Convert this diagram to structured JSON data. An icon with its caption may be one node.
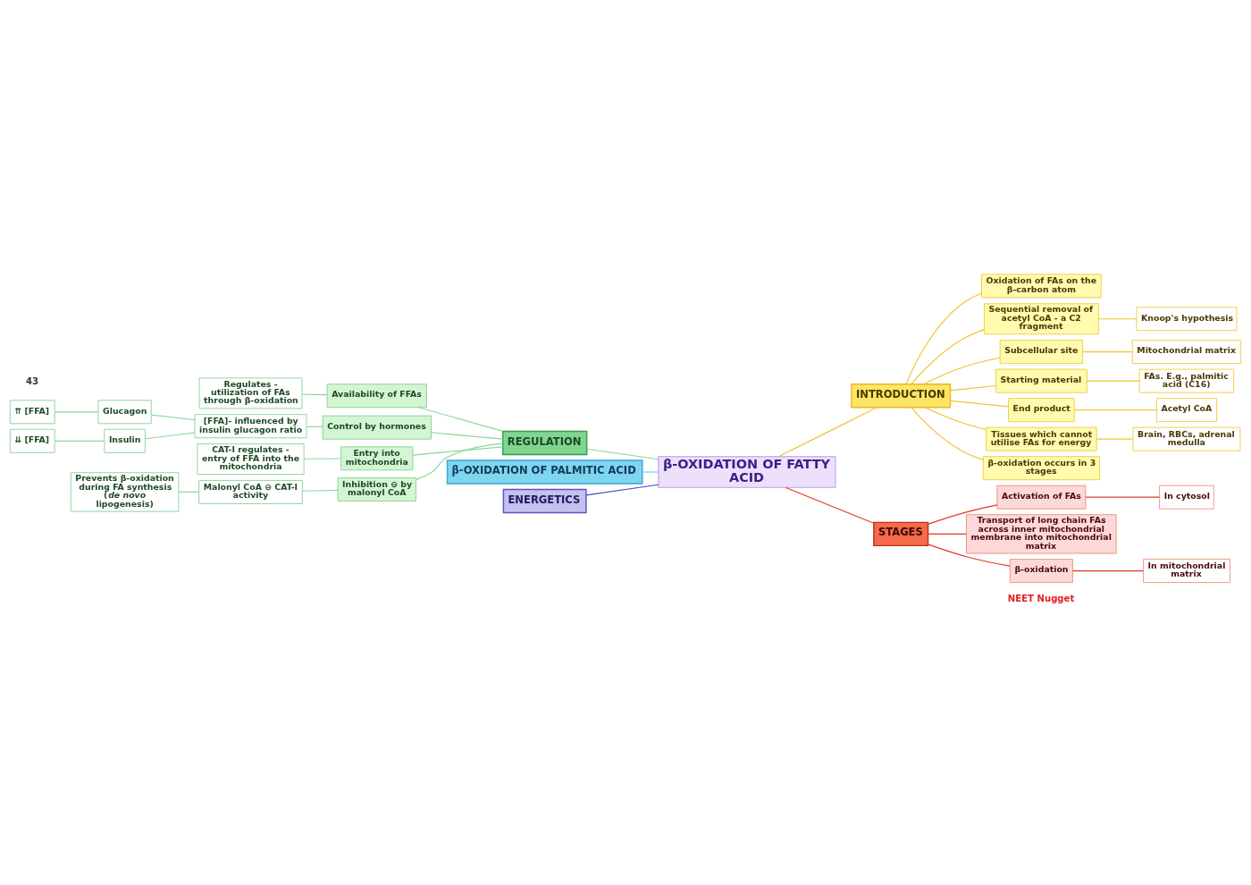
{
  "diagram": {
    "nodes": [
      {
        "text": [
          "β-OXIDATION OF FATTY ACID"
        ]
      },
      {
        "text": [
          "REGULATION"
        ]
      },
      {
        "text": [
          "Availability of FFAs"
        ]
      },
      {
        "text": [
          "Regulates - utilization of FAs through β-oxidation"
        ]
      },
      {
        "text": [
          "Control by hormones"
        ]
      },
      {
        "text": [
          "[FFA]- influenced by insulin glucagon ratio"
        ]
      },
      {
        "text": [
          "Glucagon"
        ]
      },
      {
        "text": [
          "⇈ [FFA]"
        ]
      },
      {
        "text": [
          "Insulin"
        ]
      },
      {
        "text": [
          "⇊ [FFA]"
        ]
      },
      {
        "text": [
          "Entry into mitochondria"
        ]
      },
      {
        "text": [
          "CAT-I regulates - entry of FFA into the mitochondria"
        ]
      },
      {
        "text": [
          "Inhibition ⊖ by malonyl CoA"
        ]
      },
      {
        "text": [
          "Malonyl CoA ⊖ CAT-I activity"
        ]
      },
      {
        "text": [
          "Prevents β-oxidation during FA synthesis (*de novo* lipogenesis)"
        ]
      },
      {
        "text": [
          "β-OXIDATION OF PALMITIC ACID"
        ]
      },
      {
        "text": [
          "ENERGETICS"
        ]
      },
      {
        "text": [
          "INTRODUCTION"
        ]
      },
      {
        "text": [
          "Oxidation of FAs on the β-carbon atom"
        ]
      },
      {
        "text": [
          "Sequential removal of acetyl CoA - a C2 fragment"
        ]
      },
      {
        "text": [
          "Knoop's hypothesis"
        ]
      },
      {
        "text": [
          "Subcellular site"
        ]
      },
      {
        "text": [
          "Mitochondrial matrix"
        ]
      },
      {
        "text": [
          "Starting material"
        ]
      },
      {
        "text": [
          "FAs. E.g., palmitic acid (C16)"
        ]
      },
      {
        "text": [
          "End product"
        ]
      },
      {
        "text": [
          "Acetyl CoA"
        ]
      },
      {
        "text": [
          "Tissues which cannot utilise FAs for energy"
        ]
      },
      {
        "text": [
          "Brain, RBCs, adrenal medulla"
        ]
      },
      {
        "text": [
          "β-oxidation occurs in 3 stages"
        ]
      },
      {
        "text": [
          "STAGES"
        ]
      },
      {
        "text": [
          "Activation of FAs"
        ]
      },
      {
        "text": [
          "In cytosol"
        ]
      },
      {
        "text": [
          "Transport of long chain FAs across inner mitochondrial membrane into mitochondrial matrix"
        ]
      },
      {
        "text": [
          "β-oxidation"
        ]
      },
      {
        "text": [
          "In mitochondrial matrix"
        ]
      }
    ],
    "edges": [
      {
        "from": 1,
        "to": 0,
        "arrow": "none",
        "color": "#8ad89a"
      },
      {
        "from": 2,
        "to": 1,
        "arrow": "none",
        "color": "#8ad89a"
      },
      {
        "from": 3,
        "to": 2,
        "arrow": "none",
        "color": "#8ad89a"
      },
      {
        "from": 4,
        "to": 1,
        "arrow": "none",
        "color": "#8ad89a"
      },
      {
        "from": 5,
        "to": 4,
        "arrow": "none",
        "color": "#8ad89a"
      },
      {
        "from": 6,
        "to": 5,
        "arrow": "none",
        "color": "#8ad89a"
      },
      {
        "from": 7,
        "to": 6,
        "arrow": "none",
        "color": "#8ad89a"
      },
      {
        "from": 8,
        "to": 5,
        "arrow": "none",
        "color": "#8ad89a"
      },
      {
        "from": 9,
        "to": 8,
        "arrow": "none",
        "color": "#8ad89a"
      },
      {
        "from": 10,
        "to": 1,
        "arrow": "none",
        "color": "#8ad89a"
      },
      {
        "from": 11,
        "to": 10,
        "arrow": "none",
        "color": "#8ad89a"
      },
      {
        "from": 12,
        "to": 1,
        "arrow": "none",
        "color": "#8ad89a"
      },
      {
        "from": 13,
        "to": 12,
        "arrow": "none",
        "color": "#8ad89a"
      },
      {
        "from": 14,
        "to": 13,
        "arrow": "none",
        "color": "#8ad89a"
      },
      {
        "from": 15,
        "to": 0,
        "arrow": "none",
        "color": "#6fd0f0"
      },
      {
        "from": 16,
        "to": 0,
        "arrow": "none",
        "color": "#4a46c8"
      },
      {
        "from": 0,
        "to": 17,
        "arrow": "none",
        "color": "#f2c230"
      },
      {
        "from": 17,
        "to": 18,
        "arrow": "none",
        "color": "#f2c230"
      },
      {
        "from": 17,
        "to": 19,
        "arrow": "none",
        "color": "#f2c230"
      },
      {
        "from": 19,
        "to": 20,
        "arrow": "none",
        "color": "#f2c230"
      },
      {
        "from": 17,
        "to": 21,
        "arrow": "none",
        "color": "#f2c230"
      },
      {
        "from": 21,
        "to": 22,
        "arrow": "none",
        "color": "#f2c230"
      },
      {
        "from": 17,
        "to": 23,
        "arrow": "none",
        "color": "#f2c230"
      },
      {
        "from": 23,
        "to": 24,
        "arrow": "none",
        "color": "#f2c230"
      },
      {
        "from": 17,
        "to": 25,
        "arrow": "none",
        "color": "#f2c230"
      },
      {
        "from": 25,
        "to": 26,
        "arrow": "none",
        "color": "#f2c230"
      },
      {
        "from": 17,
        "to": 27,
        "arrow": "none",
        "color": "#f2c230"
      },
      {
        "from": 27,
        "to": 28,
        "arrow": "none",
        "color": "#f2c230"
      },
      {
        "from": 17,
        "to": 29,
        "arrow": "none",
        "color": "#f2c230"
      },
      {
        "from": 0,
        "to": 30,
        "arrow": "none",
        "color": "#e03a2a"
      },
      {
        "from": 30,
        "to": 31,
        "arrow": "none",
        "color": "#e03a2a"
      },
      {
        "from": 31,
        "to": 32,
        "arrow": "none",
        "color": "#e03a2a"
      },
      {
        "from": 30,
        "to": 33,
        "arrow": "none",
        "color": "#e03a2a"
      },
      {
        "from": 30,
        "to": 34,
        "arrow": "none",
        "color": "#e03a2a"
      },
      {
        "from": 34,
        "to": 35,
        "arrow": "none",
        "color": "#e03a2a"
      }
    ],
    "labels": [
      "NEET Nugget",
      "43"
    ]
  }
}
